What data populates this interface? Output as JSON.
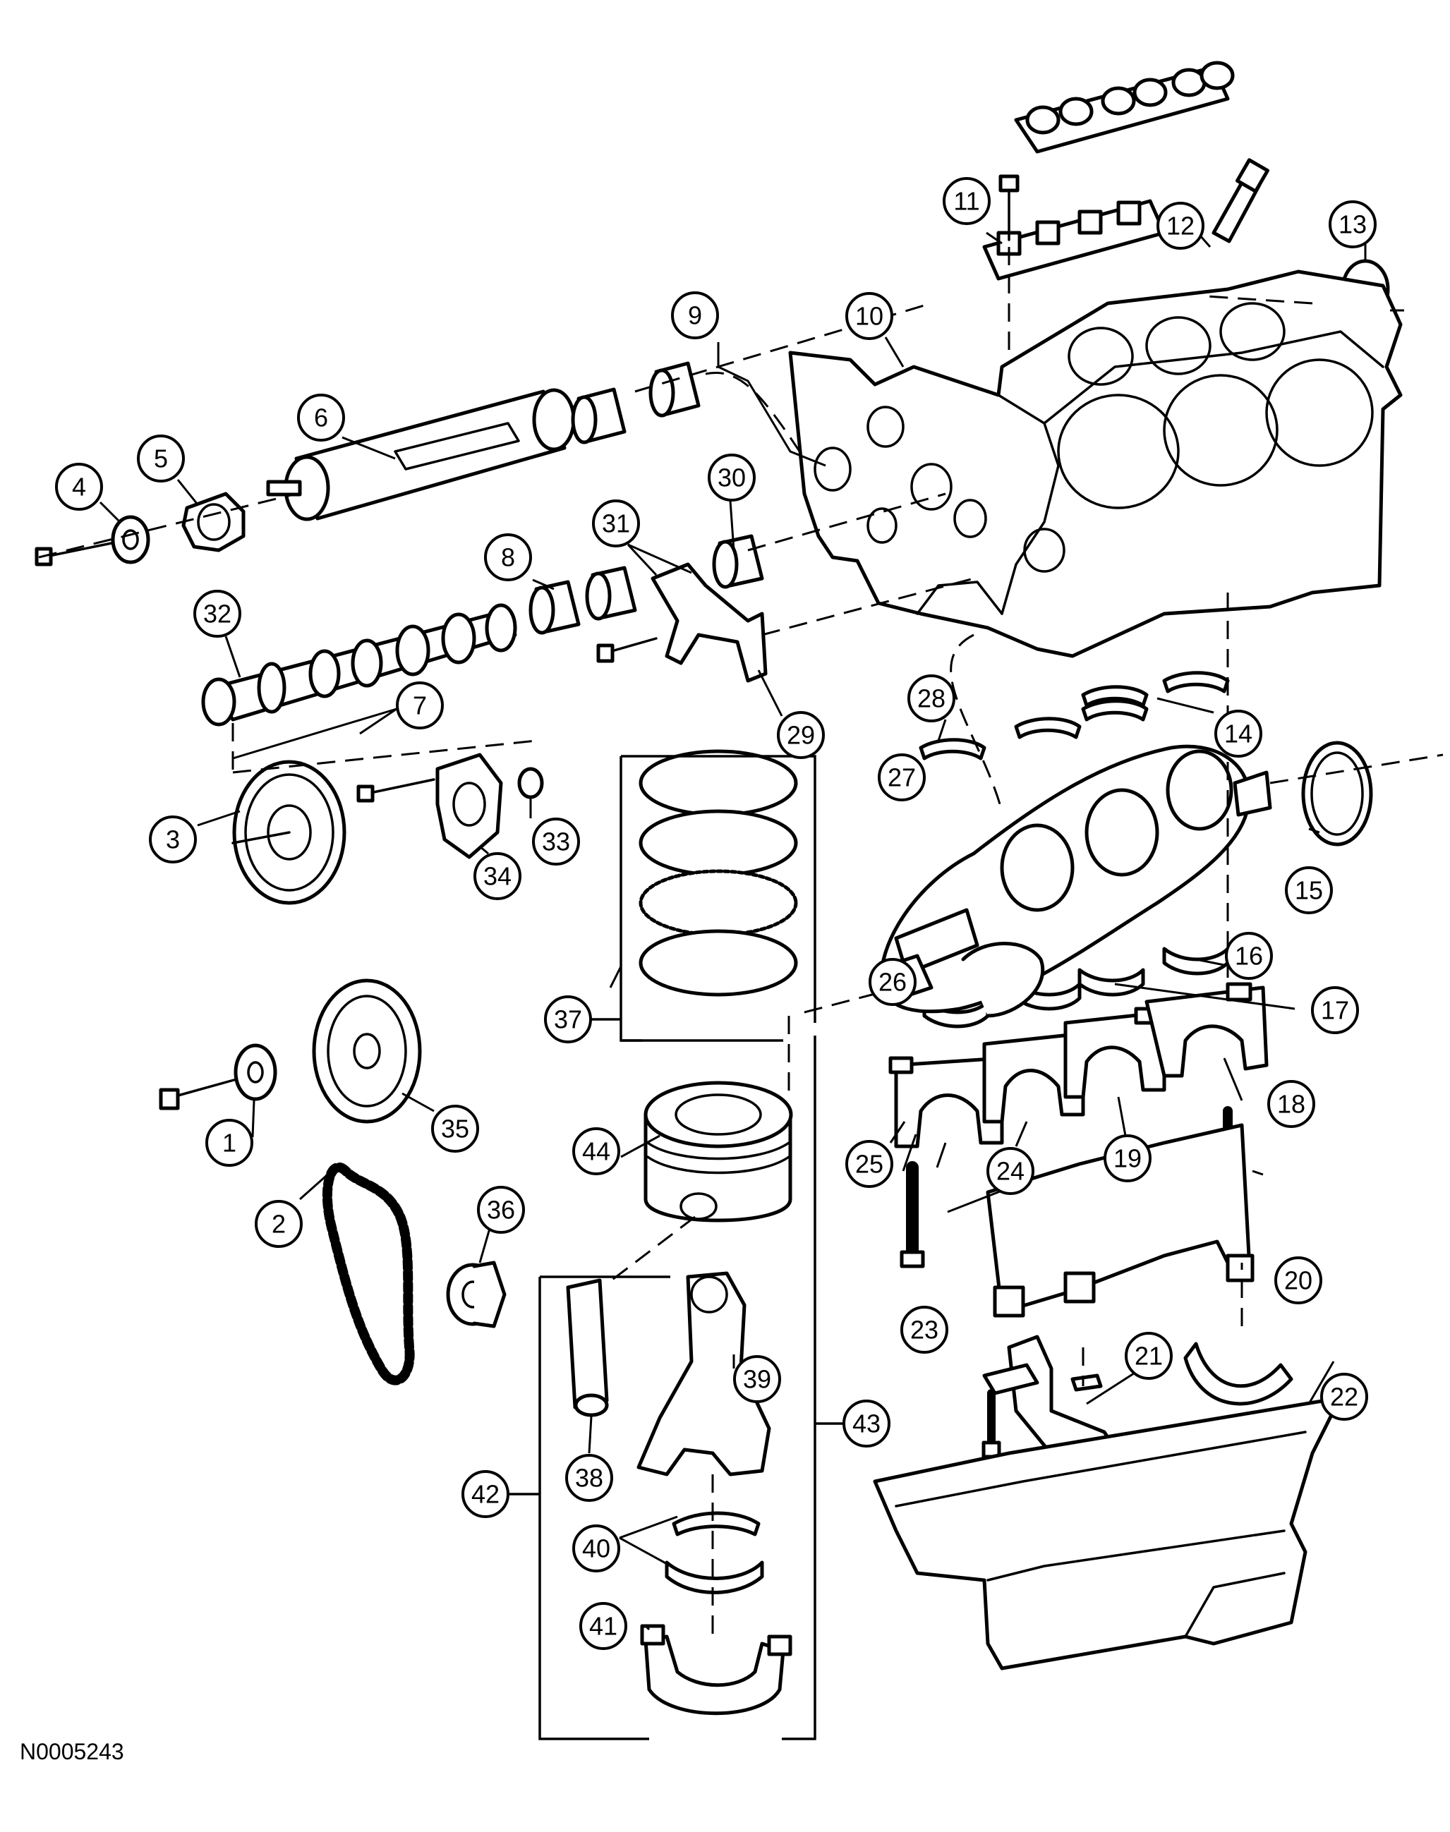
{
  "figure_code": "N0005243",
  "callouts": [
    "1",
    "2",
    "3",
    "4",
    "5",
    "6",
    "7",
    "8",
    "9",
    "10",
    "11",
    "12",
    "13",
    "14",
    "15",
    "16",
    "17",
    "18",
    "19",
    "20",
    "21",
    "22",
    "23",
    "24",
    "25",
    "26",
    "27",
    "28",
    "29",
    "30",
    "31",
    "32",
    "33",
    "34",
    "35",
    "36",
    "37",
    "38",
    "39",
    "40",
    "41",
    "42",
    "43",
    "44"
  ]
}
